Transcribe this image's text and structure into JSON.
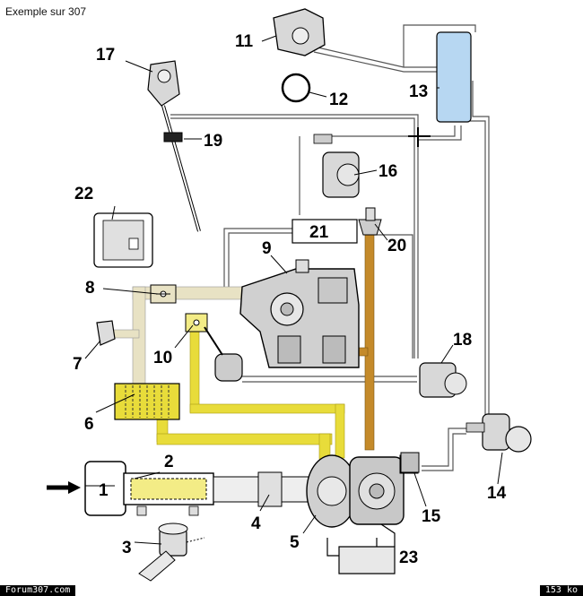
{
  "caption": "Exemple sur 307",
  "footer": {
    "left": "Forum307.com",
    "right": "153 ko"
  },
  "colors": {
    "yellow_pipe": "#e8dc3a",
    "yellow_pipe_light": "#f3ec86",
    "beige_pipe": "#e8e2c4",
    "brown_pipe": "#c48a2a",
    "reservoir_blue": "#b7d7f2",
    "component_grey": "#d8d8d8",
    "line": "#000000"
  },
  "labels": {
    "l1": "1",
    "l2": "2",
    "l3": "3",
    "l4": "4",
    "l5": "5",
    "l6": "6",
    "l7": "7",
    "l8": "8",
    "l9": "9",
    "l10": "10",
    "l11": "11",
    "l12": "12",
    "l13": "13",
    "l14": "14",
    "l15": "15",
    "l16": "16",
    "l17": "17",
    "l18": "18",
    "l19": "19",
    "l20": "20",
    "l21": "21",
    "l22": "22",
    "l23": "23"
  }
}
